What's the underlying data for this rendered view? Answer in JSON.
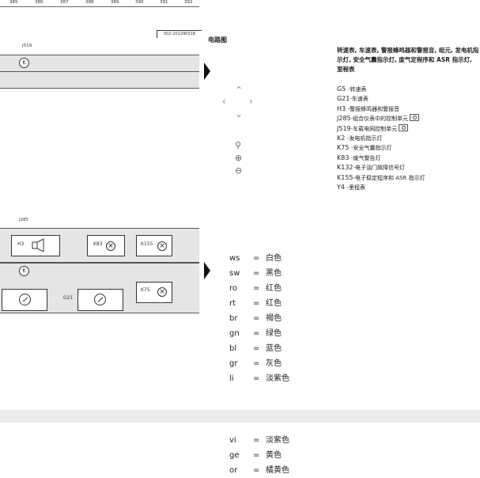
{
  "column_numbers": [
    "385",
    "386",
    "387",
    "388",
    "389",
    "390",
    "391",
    "392"
  ],
  "reference_code": "502-201290318",
  "top_label": "J519",
  "mid_label": "J285",
  "diagram_title": "电路图",
  "components": {
    "h3": "H3",
    "k83": "K83",
    "k155": "K155",
    "k75": "K75",
    "g21": "G21",
    "k_symbol": "K"
  },
  "legend": {
    "heading": "转速表, 车速表, 警报蜂鸣器和警报音, 组元, 发电机指示灯, 安全气囊指示灯, 废气定程序和 ASR 指示灯, 里程表",
    "items": [
      {
        "code": "G5",
        "desc": "-转速表",
        "camera": false
      },
      {
        "code": "G21",
        "desc": "-车速表",
        "camera": false
      },
      {
        "code": "H3",
        "desc": "-警报蜂鸣器和警报音",
        "camera": false
      },
      {
        "code": "J285",
        "desc": "-组合仪表中的控制单元",
        "camera": true
      },
      {
        "code": "J519",
        "desc": "-车载电网控制单元",
        "camera": true
      },
      {
        "code": "K2",
        "desc": "-发电机指示灯",
        "camera": false
      },
      {
        "code": "K75",
        "desc": "-安全气囊指示灯",
        "camera": false
      },
      {
        "code": "K83",
        "desc": "-废气警告灯",
        "camera": false
      },
      {
        "code": "K132",
        "desc": "-电子油门故障信号灯",
        "camera": false
      },
      {
        "code": "K155",
        "desc": "-电子稳定程序和 ASR 指示灯",
        "camera": false
      },
      {
        "code": "Y4",
        "desc": "-里程表",
        "camera": false
      }
    ]
  },
  "wire_colors_1": [
    {
      "code": "ws",
      "eq": "=",
      "name": "白色"
    },
    {
      "code": "sw",
      "eq": "=",
      "name": "黑色"
    },
    {
      "code": "ro",
      "eq": "=",
      "name": "红色"
    },
    {
      "code": "rt",
      "eq": "=",
      "name": "红色"
    },
    {
      "code": "br",
      "eq": "=",
      "name": "褐色"
    },
    {
      "code": "gn",
      "eq": "=",
      "name": "绿色"
    },
    {
      "code": "bl",
      "eq": "=",
      "name": "蓝色"
    },
    {
      "code": "gr",
      "eq": "=",
      "name": "灰色"
    },
    {
      "code": "li",
      "eq": "=",
      "name": "淡紫色"
    }
  ],
  "wire_colors_2": [
    {
      "code": "vi",
      "eq": "=",
      "name": "淡紫色"
    },
    {
      "code": "ge",
      "eq": "=",
      "name": "黄色"
    },
    {
      "code": "or",
      "eq": "=",
      "name": "橘黄色"
    }
  ],
  "nav": {
    "up": "up-chevron-icon",
    "down": "down-chevron-icon",
    "left": "left-chevron-icon",
    "right": "right-chevron-icon",
    "zoom_fit": "zoom-fit-icon",
    "zoom_in": "zoom-in-icon",
    "zoom_out": "zoom-out-icon"
  }
}
